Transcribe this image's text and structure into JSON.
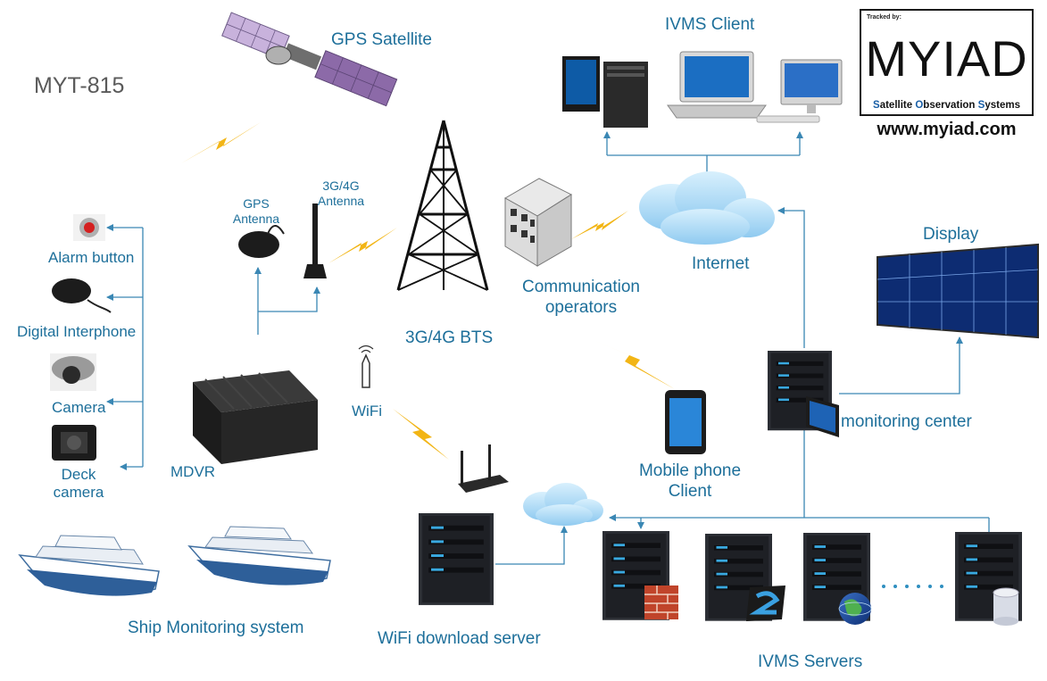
{
  "model": "MYT-815",
  "logo": {
    "tracked_by": "Tracked by:",
    "brand": "MYIAD",
    "tagline_s": "S",
    "tagline_1": "atellite ",
    "tagline_o": "O",
    "tagline_2": "bservation ",
    "tagline_sy": "S",
    "tagline_3": "ystems",
    "url": "www.myiad.com"
  },
  "labels": {
    "gps_satellite": "GPS  Satellite",
    "ivms_client": "IVMS Client",
    "gps_antenna_1": "GPS",
    "gps_antenna_2": "Antenna",
    "ant34_1": "3G/4G",
    "ant34_2": "Antenna",
    "bts": "3G/4G  BTS",
    "comm_1": "Communication",
    "comm_2": "operators",
    "internet": "Internet",
    "display": "Display",
    "monitoring_center": "monitoring center",
    "alarm_button": "Alarm  button",
    "digital_interphone": "Digital Interphone",
    "camera": "Camera",
    "deck_1": "Deck",
    "deck_2": "camera",
    "mdvr": "MDVR",
    "wifi": "WiFi",
    "mobile_1": "Mobile phone",
    "mobile_2": "Client",
    "ship_monitoring": "Ship Monitoring system",
    "wifi_download": "WiFi download server",
    "ivms_servers": "IVMS Servers"
  },
  "colors": {
    "label": "#1d6f9a",
    "connector": "#3a87b4",
    "lightning": "#f2b515",
    "cloud": "#a9d8f5",
    "server": "#2a2d33"
  }
}
